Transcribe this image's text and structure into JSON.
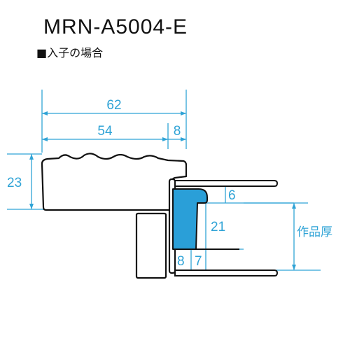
{
  "header": {
    "model_code": "MRN-A5004-E",
    "section_label": "■入子の場合"
  },
  "dimensions": {
    "overall_width": "62",
    "main_width": "54",
    "right_width": "8",
    "frame_height": "23",
    "glass_gap": "6",
    "insert_depth": "21",
    "insert_width_a": "8",
    "insert_width_b": "7",
    "artwork_thickness_label": "作品厚"
  },
  "colors": {
    "dimension_line": "#2fa3d6",
    "outline": "#111111",
    "insert_fill": "#2a9fd8"
  }
}
